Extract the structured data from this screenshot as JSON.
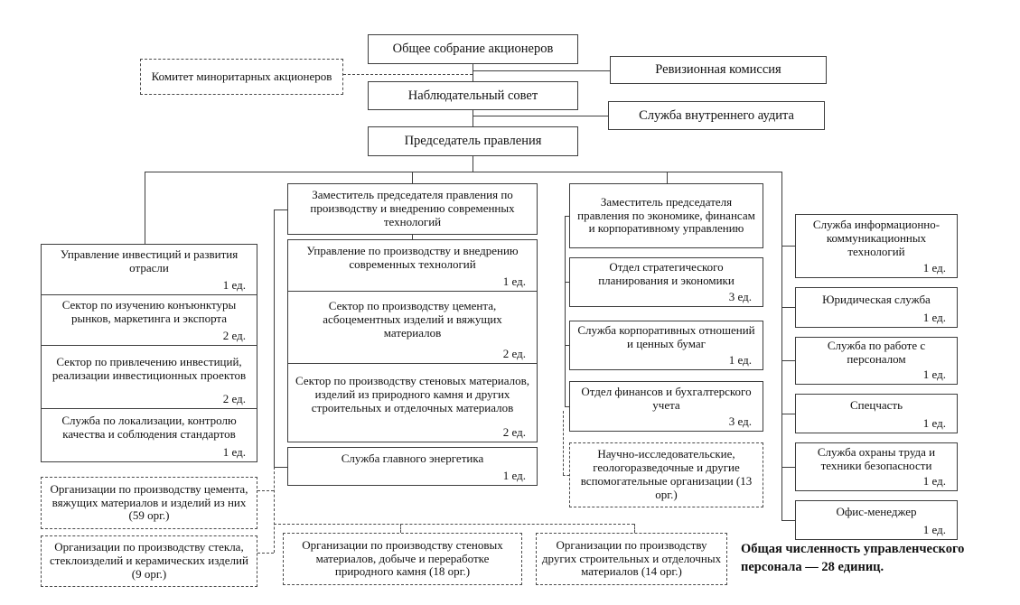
{
  "top": {
    "general_meeting": "Общее собрание акционеров",
    "minority_committee": "Комитет миноритарных акционеров",
    "supervisory_board": "Наблюдательный совет",
    "audit_commission": "Ревизионная комиссия",
    "internal_audit": "Служба внутреннего аудита",
    "chairman": "Председатель правления"
  },
  "left_column": [
    {
      "label": "Управление инвестиций и развития отрасли",
      "count": "1 ед."
    },
    {
      "label": "Сектор по изучению конъюнктуры рынков, маркетинга и экспорта",
      "count": "2 ед."
    },
    {
      "label": "Сектор по привлечению инвестиций, реализации инвестиционных проектов",
      "count": "2 ед."
    },
    {
      "label": "Служба по локализации, контролю качества и соблюдения стандартов",
      "count": "1 ед."
    }
  ],
  "production_branch": {
    "head": "Заместитель председателя правления по производству и внедрению современных технологий",
    "units": [
      {
        "label": "Управление по производству и внедрению современных технологий",
        "count": "1 ед."
      },
      {
        "label": "Сектор по производству цемента, асбоцементных изделий и вяжущих материалов",
        "count": "2 ед."
      },
      {
        "label": "Сектор по производству стеновых материалов, изделий из природного камня и других строительных и отделочных материалов",
        "count": "2 ед."
      },
      {
        "label": "Служба главного энергетика",
        "count": "1 ед."
      }
    ]
  },
  "economy_branch": {
    "head": "Заместитель председателя правления по экономике, финансам и корпоративному управлению",
    "units": [
      {
        "label": "Отдел стратегического планирования и экономики",
        "count": "3 ед."
      },
      {
        "label": "Служба корпоративных отношений и ценных бумаг",
        "count": "1 ед."
      },
      {
        "label": "Отдел финансов и бухгалтерского учета",
        "count": "3 ед."
      }
    ],
    "research_orgs": "Научно-исследовательские, геологоразведочные и другие вспомогательные организации (13 орг.)"
  },
  "right_column": [
    {
      "label": "Служба информационно-коммуникационных технологий",
      "count": "1 ед."
    },
    {
      "label": "Юридическая служба",
      "count": "1 ед."
    },
    {
      "label": "Служба по работе с персоналом",
      "count": "1 ед."
    },
    {
      "label": "Спецчасть",
      "count": "1 ед."
    },
    {
      "label": "Служба охраны труда и техники безопасности",
      "count": "1 ед."
    },
    {
      "label": "Офис-менеджер",
      "count": "1 ед."
    }
  ],
  "organizations": [
    "Организации по производству цемента, вяжущих материалов и изделий из них (59 орг.)",
    "Организации по производству стекла, стеклоизделий и керамических изделий (9 орг.)",
    "Организации по производству стеновых материалов, добыче и переработке природного камня (18 орг.)",
    "Организации по производству других строительных и отделочных материалов (14 орг.)"
  ],
  "total_note": "Общая численность управленческого персонала — 28 единиц.",
  "colors": {
    "line": "#3d3d3d",
    "text": "#111111",
    "background": "#ffffff"
  }
}
